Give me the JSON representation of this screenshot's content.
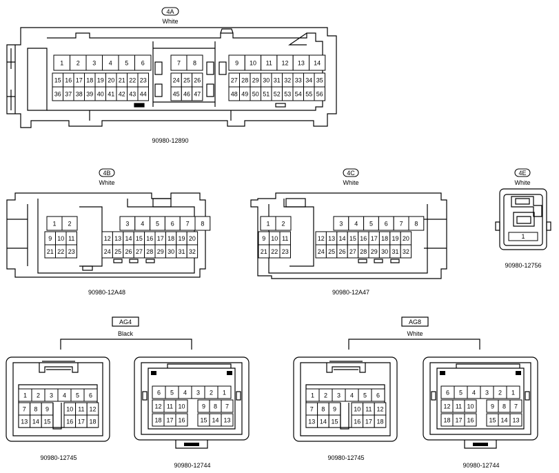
{
  "connectors": {
    "c4a": {
      "code": "4A",
      "color": "White",
      "part": "90980-12890"
    },
    "c4b": {
      "code": "4B",
      "color": "White",
      "part": "90980-12A48"
    },
    "c4c": {
      "code": "4C",
      "color": "White",
      "part": "90980-12A47"
    },
    "c4e": {
      "code": "4E",
      "color": "White",
      "part": "90980-12756",
      "pin": "1"
    }
  },
  "groups": {
    "ag4": {
      "code": "AG4",
      "color": "Black",
      "left_part": "90980-12745",
      "right_part": "90980-12744"
    },
    "ag8": {
      "code": "AG8",
      "color": "White",
      "left_part": "90980-12745",
      "right_part": "90980-12744"
    }
  },
  "pins": {
    "p4a": {
      "left_top": [
        "1",
        "2",
        "3",
        "4",
        "5",
        "6"
      ],
      "left_mid": [
        "15",
        "16",
        "17",
        "18",
        "19",
        "20",
        "21",
        "22",
        "23"
      ],
      "left_bot": [
        "36",
        "37",
        "38",
        "39",
        "40",
        "41",
        "42",
        "43",
        "44"
      ],
      "mid_top": [
        "7",
        "8"
      ],
      "mid_mid": [
        "24",
        "25",
        "26"
      ],
      "mid_bot": [
        "45",
        "46",
        "47"
      ],
      "right_top": [
        "9",
        "10",
        "11",
        "12",
        "13",
        "14"
      ],
      "right_mid": [
        "27",
        "28",
        "29",
        "30",
        "31",
        "32",
        "33",
        "34",
        "35"
      ],
      "right_bot": [
        "48",
        "49",
        "50",
        "51",
        "52",
        "53",
        "54",
        "55",
        "56"
      ]
    },
    "p4bc": {
      "left_top": [
        "1",
        "2"
      ],
      "left_mid": [
        "9",
        "10",
        "11"
      ],
      "left_bot": [
        "21",
        "22",
        "23"
      ],
      "right_top": [
        "3",
        "4",
        "5",
        "6",
        "7",
        "8"
      ],
      "right_mid": [
        "12",
        "13",
        "14",
        "15",
        "16",
        "17",
        "18",
        "19",
        "20"
      ],
      "right_bot": [
        "24",
        "25",
        "26",
        "27",
        "28",
        "29",
        "30",
        "31",
        "32"
      ]
    },
    "pf": {
      "row1": [
        "1",
        "2",
        "3",
        "4",
        "5",
        "6"
      ],
      "row2_left": [
        "7",
        "8",
        "9"
      ],
      "row2_right": [
        "10",
        "11",
        "12"
      ],
      "row3_left": [
        "13",
        "14",
        "15"
      ],
      "row3_right": [
        "16",
        "17",
        "18"
      ]
    },
    "pm": {
      "row1": [
        "6",
        "5",
        "4",
        "3",
        "2",
        "1"
      ],
      "row2_left": [
        "12",
        "11",
        "10"
      ],
      "row2_right": [
        "9",
        "8",
        "7"
      ],
      "row3_left": [
        "18",
        "17",
        "16"
      ],
      "row3_right": [
        "15",
        "14",
        "13"
      ]
    }
  }
}
